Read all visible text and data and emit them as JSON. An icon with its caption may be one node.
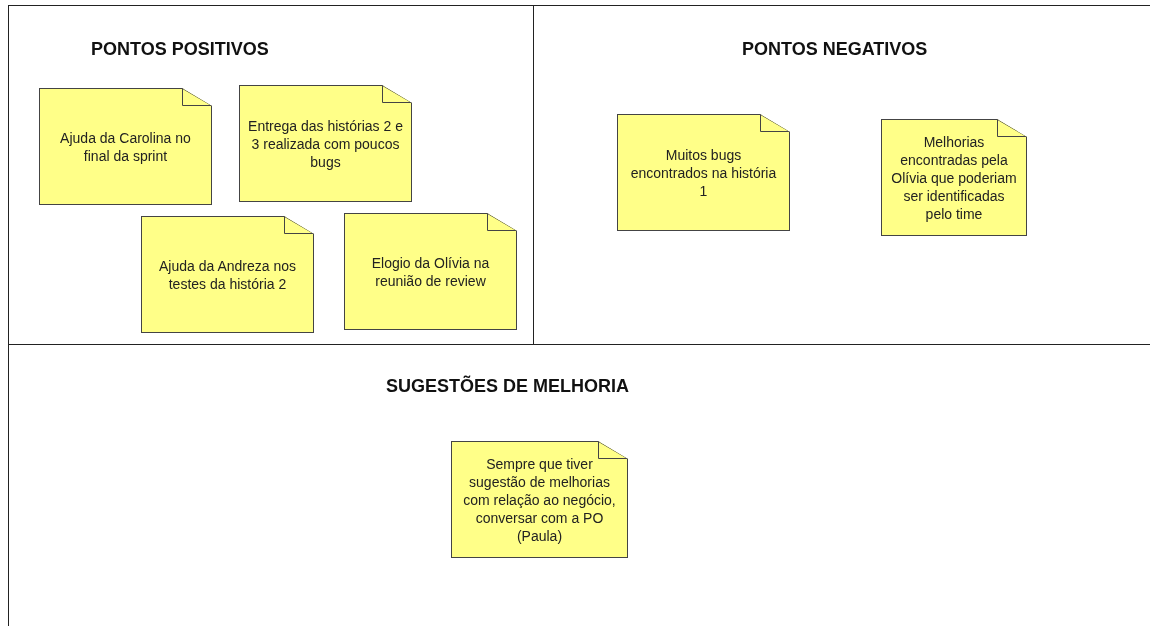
{
  "diagram": {
    "nodes": [
      {
        "text": [
          "PONTOS POSITIVOS"
        ]
      },
      {
        "text": [
          "Ajuda da Carolina no final da sprint"
        ],
        "in": 0
      },
      {
        "text": [
          "Entrega das histórias 2 e 3 realizada com poucos bugs"
        ],
        "in": 0
      },
      {
        "text": [
          "Ajuda da Andreza nos testes da história 2"
        ],
        "in": 0
      },
      {
        "text": [
          "Elogio da Olívia na reunião de review"
        ],
        "in": 0
      },
      {
        "text": [
          "PONTOS NEGATIVOS"
        ]
      },
      {
        "text": [
          "Muitos bugs encontrados na história 1"
        ],
        "in": 5
      },
      {
        "text": [
          "Melhorias encontradas pela Olívia que poderiam ser identificadas pelo time"
        ],
        "in": 5
      },
      {
        "text": [
          "SUGESTÕES DE MELHORIA"
        ]
      },
      {
        "text": [
          "Sempre que tiver sugestão de melhorias com relação ao negócio, conversar com a PO (Paula)"
        ],
        "in": 8
      }
    ],
    "edges": []
  }
}
